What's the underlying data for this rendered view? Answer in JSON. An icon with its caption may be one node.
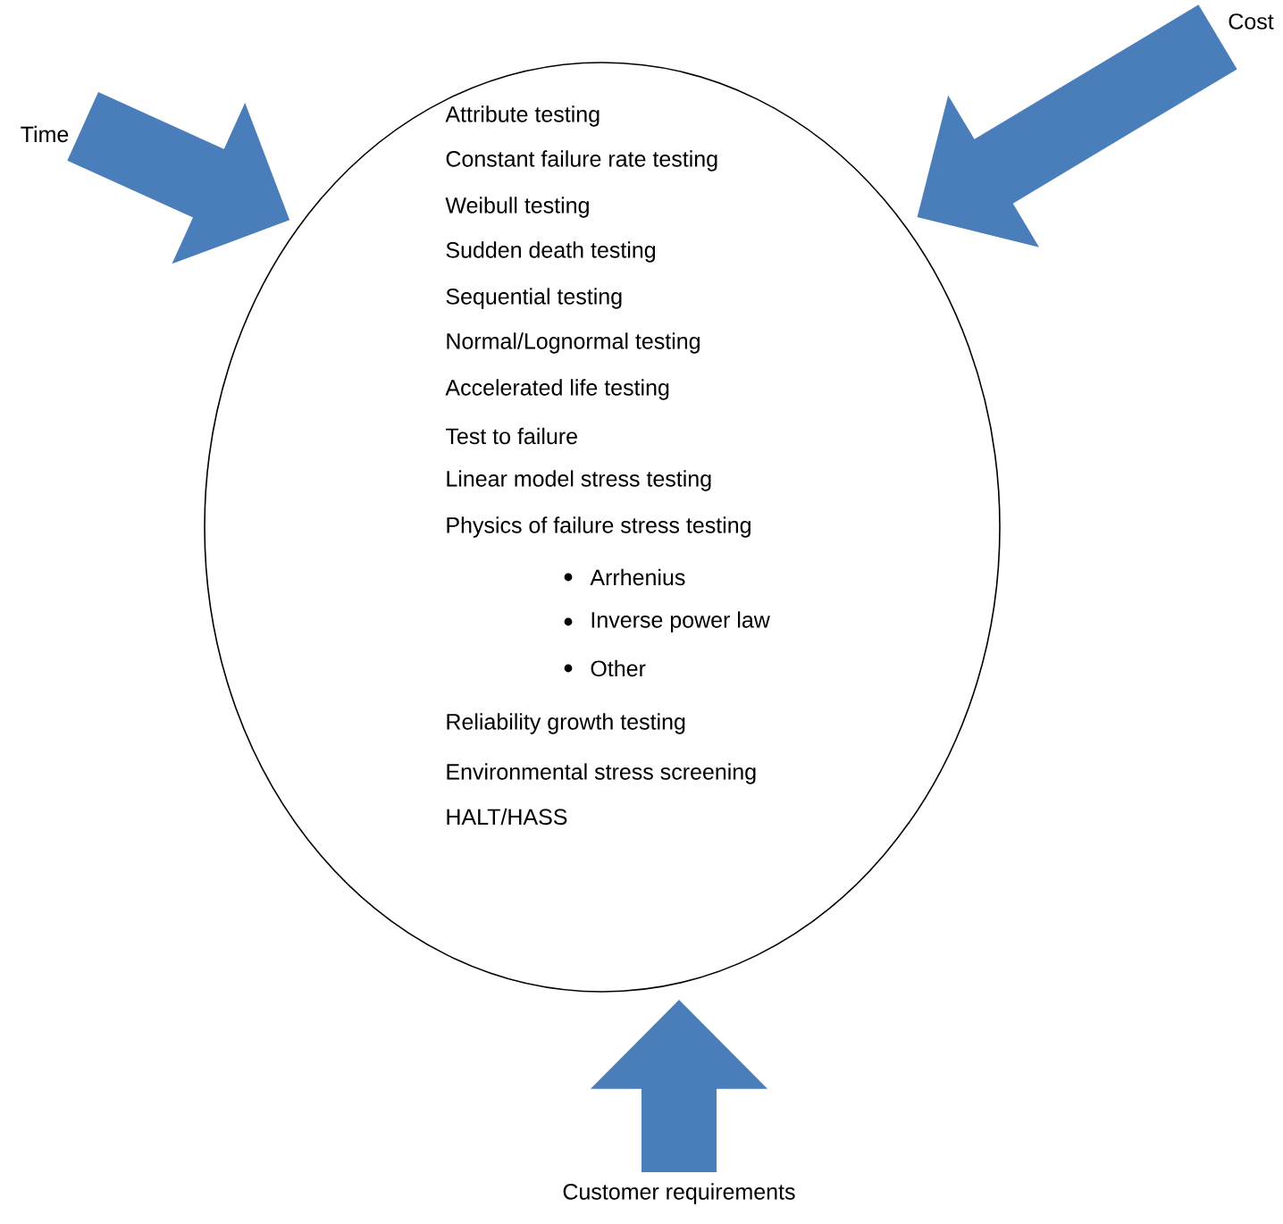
{
  "diagram": {
    "nodes": [
      {
        "text": [
          "Attribute testing",
          "Constant failure rate testing",
          "Weibull testing",
          "Sudden death testing",
          "Sequential testing",
          "Normal/Lognormal testing",
          "Accelerated life testing",
          "Test to failure",
          "Linear model stress testing",
          "Physics of failure stress testing",
          "Arrhenius",
          "Inverse power law",
          "Other",
          "Reliability growth testing",
          "Environmental stress screening",
          "HALT/HASS"
        ]
      },
      {
        "text": [
          "Time"
        ]
      },
      {
        "text": [
          "Cost"
        ]
      },
      {
        "text": [
          "Customer requirements"
        ]
      }
    ],
    "edges": [
      {
        "from": 1,
        "to": 0,
        "arrow": "to"
      },
      {
        "from": 2,
        "to": 0,
        "arrow": "to"
      },
      {
        "from": 3,
        "to": 0,
        "arrow": "to"
      }
    ]
  }
}
